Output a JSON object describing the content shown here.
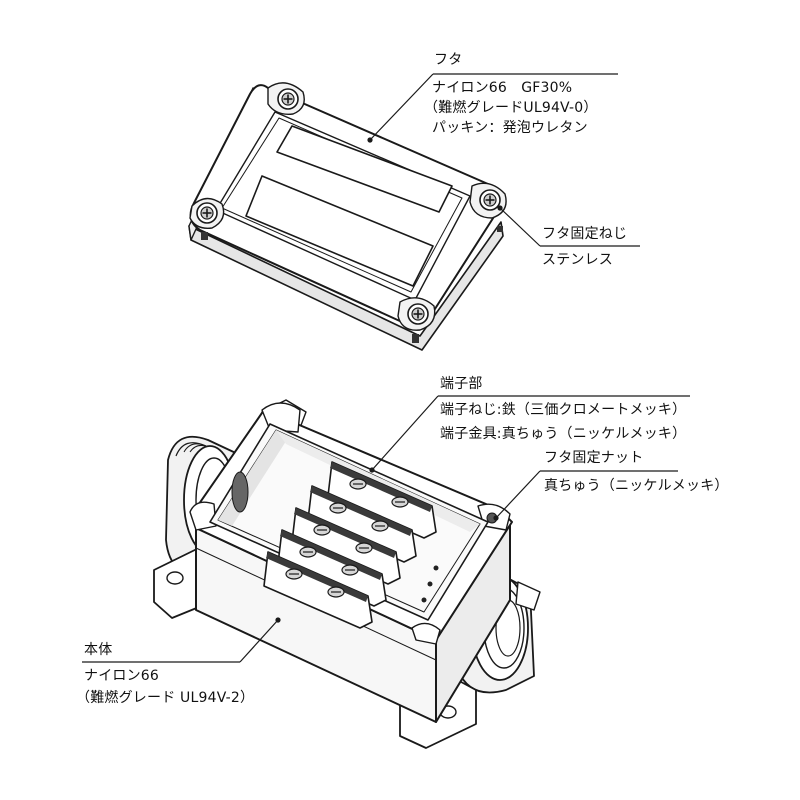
{
  "labels": {
    "lid": {
      "title": "フタ",
      "material": "ナイロン66　GF30%",
      "grade": "（難燃グレードUL94V-0）",
      "gasket": "パッキン：発泡ウレタン"
    },
    "lid_screw": {
      "title": "フタ固定ねじ",
      "material": "ステンレス"
    },
    "terminal": {
      "title": "端子部",
      "screw": "端子ねじ:鉄（三価クロメートメッキ）",
      "fitting": "端子金具:真ちゅう（ニッケルメッキ）"
    },
    "lid_nut": {
      "title": "フタ固定ナット",
      "material": "真ちゅう（ニッケルメッキ）"
    },
    "body": {
      "title": "本体",
      "material": "ナイロン66",
      "grade": "（難燃グレード UL94V-2）"
    }
  },
  "colors": {
    "line": "#1a1a1a",
    "fill": "#ffffff",
    "shade": "#d8d8d8",
    "dark": "#444444"
  }
}
